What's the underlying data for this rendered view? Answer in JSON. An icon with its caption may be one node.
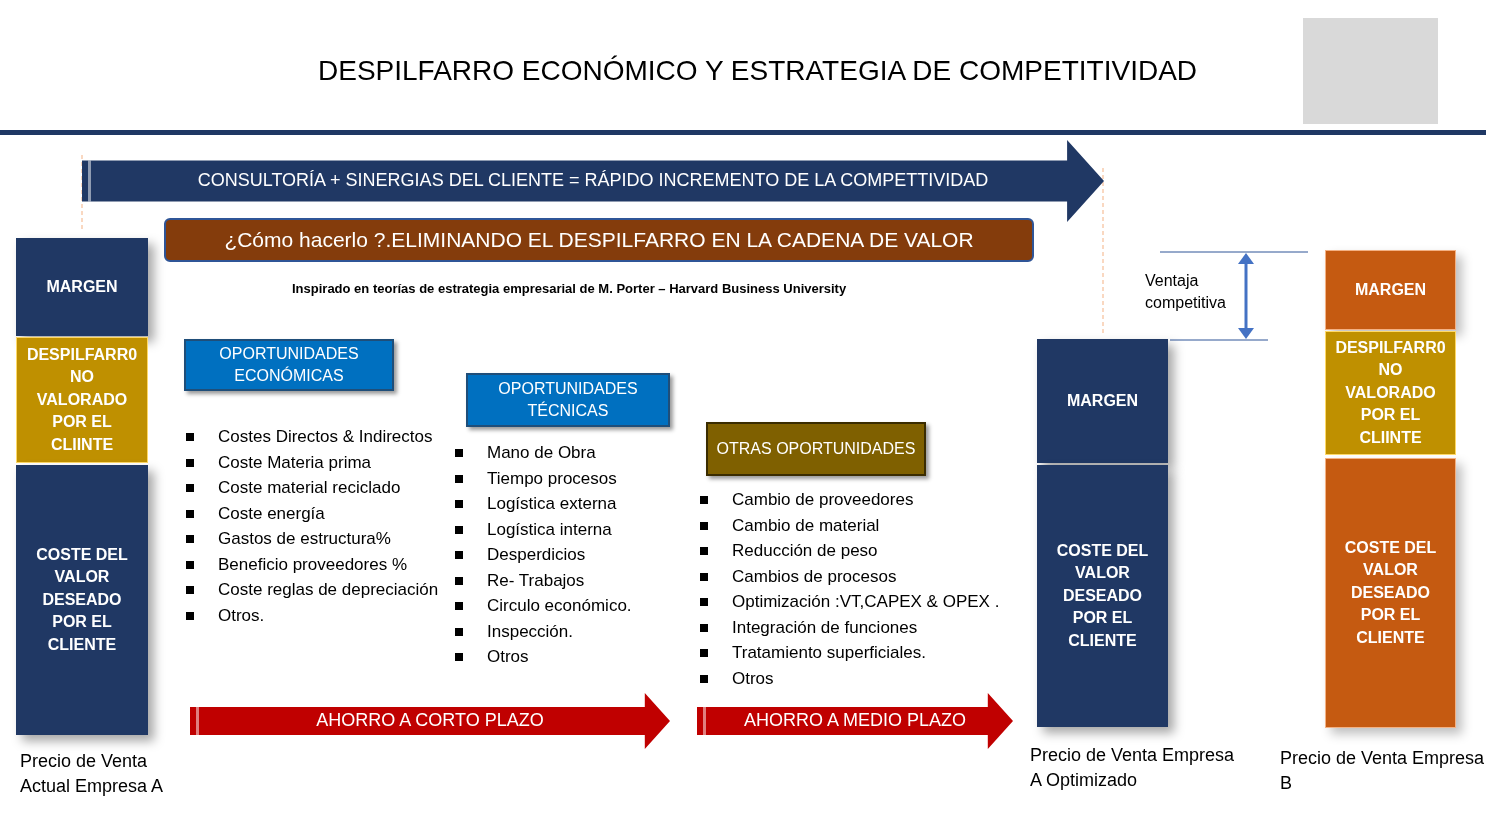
{
  "diagram": {
    "title": "DESPILFARRO ECONÓMICO Y ESTRATEGIA DE COMPETITIVIDAD",
    "nodes": [
      {
        "text": [
          "CONSULTORÍA + SINERGIAS DEL CLIENTE  = RÁPIDO INCREMENTO DE LA COMPETTIVIDAD"
        ]
      },
      {
        "text": [
          "¿Cómo hacerlo ?.ELIMINANDO EL DESPILFARRO EN LA CADENA DE VALOR"
        ]
      },
      {
        "text": [
          "MARGEN"
        ]
      },
      {
        "text": [
          "DESPILFARR0 NO VALORADO POR EL CLIINTE"
        ]
      },
      {
        "text": [
          "COSTE DEL VALOR DESEADO POR EL CLIENTE"
        ],
        "beside": [
          "Precio de Venta Actual Empresa A"
        ]
      },
      {
        "text": [
          "OPORTUNIDADES ECONÓMICAS"
        ]
      },
      {
        "text": [
          "OPORTUNIDADES TÉCNICAS"
        ]
      },
      {
        "text": [
          "OTRAS OPORTUNIDADES"
        ]
      },
      {
        "text": [
          "AHORRO A CORTO PLAZO"
        ]
      },
      {
        "text": [
          "AHORRO A MEDIO PLAZO"
        ]
      },
      {
        "text": [
          "MARGEN"
        ]
      },
      {
        "text": [
          "COSTE DEL VALOR DESEADO POR EL CLIENTE"
        ],
        "beside": [
          "Precio de Venta Empresa A Optimizado"
        ]
      },
      {
        "text": [
          "MARGEN"
        ]
      },
      {
        "text": [
          "DESPILFARR0 NO VALORADO POR EL CLIINTE"
        ]
      },
      {
        "text": [
          "COSTE DEL VALOR DESEADO POR EL CLIENTE"
        ],
        "beside": [
          "Precio de Venta Empresa B"
        ]
      }
    ],
    "labels": [
      "Inspirado en teorías de estrategia empresarial de M. Porter – Harvard  Business University",
      "Ventaja competitiva",
      "Costes Directos & Indirectos",
      "Coste Materia prima",
      "Coste material reciclado",
      "Coste energía",
      "Gastos de estructura%",
      "Beneficio proveedores %",
      "Coste reglas de depreciación",
      "Otros.",
      "Mano de Obra",
      "Tiempo procesos",
      "Logística externa",
      "Logística interna",
      "Desperdicios",
      "Re- Trabajos",
      "Circulo económico.",
      "Inspección.",
      "Otros",
      "Cambio de proveedores",
      "Cambio de material",
      "Reducción de peso",
      "Cambios de procesos",
      "Optimización :VT,CAPEX & OPEX .",
      "Integración de funciones",
      "Tratamiento superficiales.",
      "Otros"
    ]
  }
}
